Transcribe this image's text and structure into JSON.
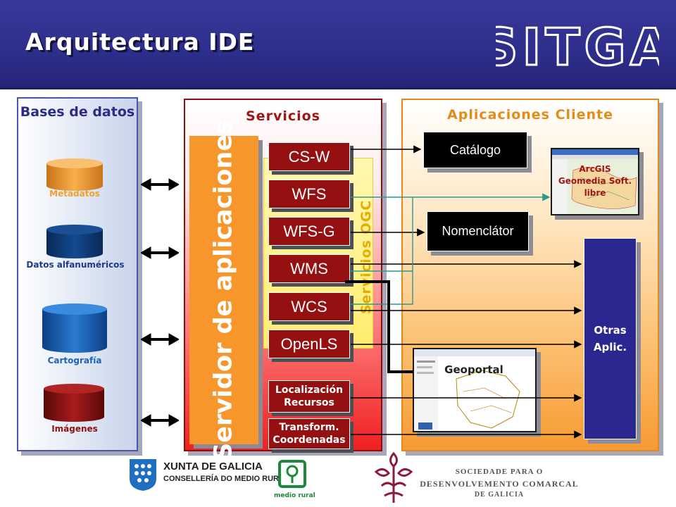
{
  "header": {
    "title": "Arquitectura IDE",
    "logo_text": "SITGA"
  },
  "databases": {
    "title": "Bases de datos",
    "items": [
      {
        "label": "Metadatos",
        "color": "#f0a030",
        "label_color": "#f0a030"
      },
      {
        "label": "Datos alfanuméricos",
        "color": "#0f3c78",
        "label_color": "#1e3a8a"
      },
      {
        "label": "Cartografía",
        "color": "#1c64b8",
        "label_color": "#1c64b8"
      },
      {
        "label": "Imágenes",
        "color": "#8c1414",
        "label_color": "#8c1414"
      }
    ]
  },
  "services": {
    "title": "Servicios",
    "app_server": "Servidor de aplicaciones",
    "ogc_label": "Servicios OGC",
    "ogc_services": [
      "CS-W",
      "WFS",
      "WFS-G",
      "WMS",
      "WCS",
      "OpenLS"
    ],
    "other_services": [
      "Localización Recursos",
      "Transform. Coordenadas"
    ]
  },
  "clients": {
    "title": "Aplicaciones Cliente",
    "catalogo": "Catálogo",
    "nomenclator": "Nomenclátor",
    "desktop_gis": "ArcGIS Geomedia Soft. libre",
    "geoportal": "Geoportal",
    "otras": "Otras Aplic."
  },
  "footer": {
    "xunta_line1": "XUNTA DE GALICIA",
    "xunta_line2": "CONSELLERÍA DO MEDIO RURAL",
    "medio_rural": "medio rural",
    "sociedade_line1": "SOCIEDADE PARA O",
    "sociedade_line2": "DESENVOLVEMENTO COMARCAL",
    "sociedade_line3": "DE GALICIA"
  },
  "colors": {
    "header": "#2e2f8c",
    "services_dark_red": "#951010",
    "app_server_orange": "#f7962b",
    "ogc_yellow": "#fff09a",
    "client_orange": "#f79a33",
    "otras_blue": "#2a2890",
    "connector_teal": "#2a9a8c"
  }
}
